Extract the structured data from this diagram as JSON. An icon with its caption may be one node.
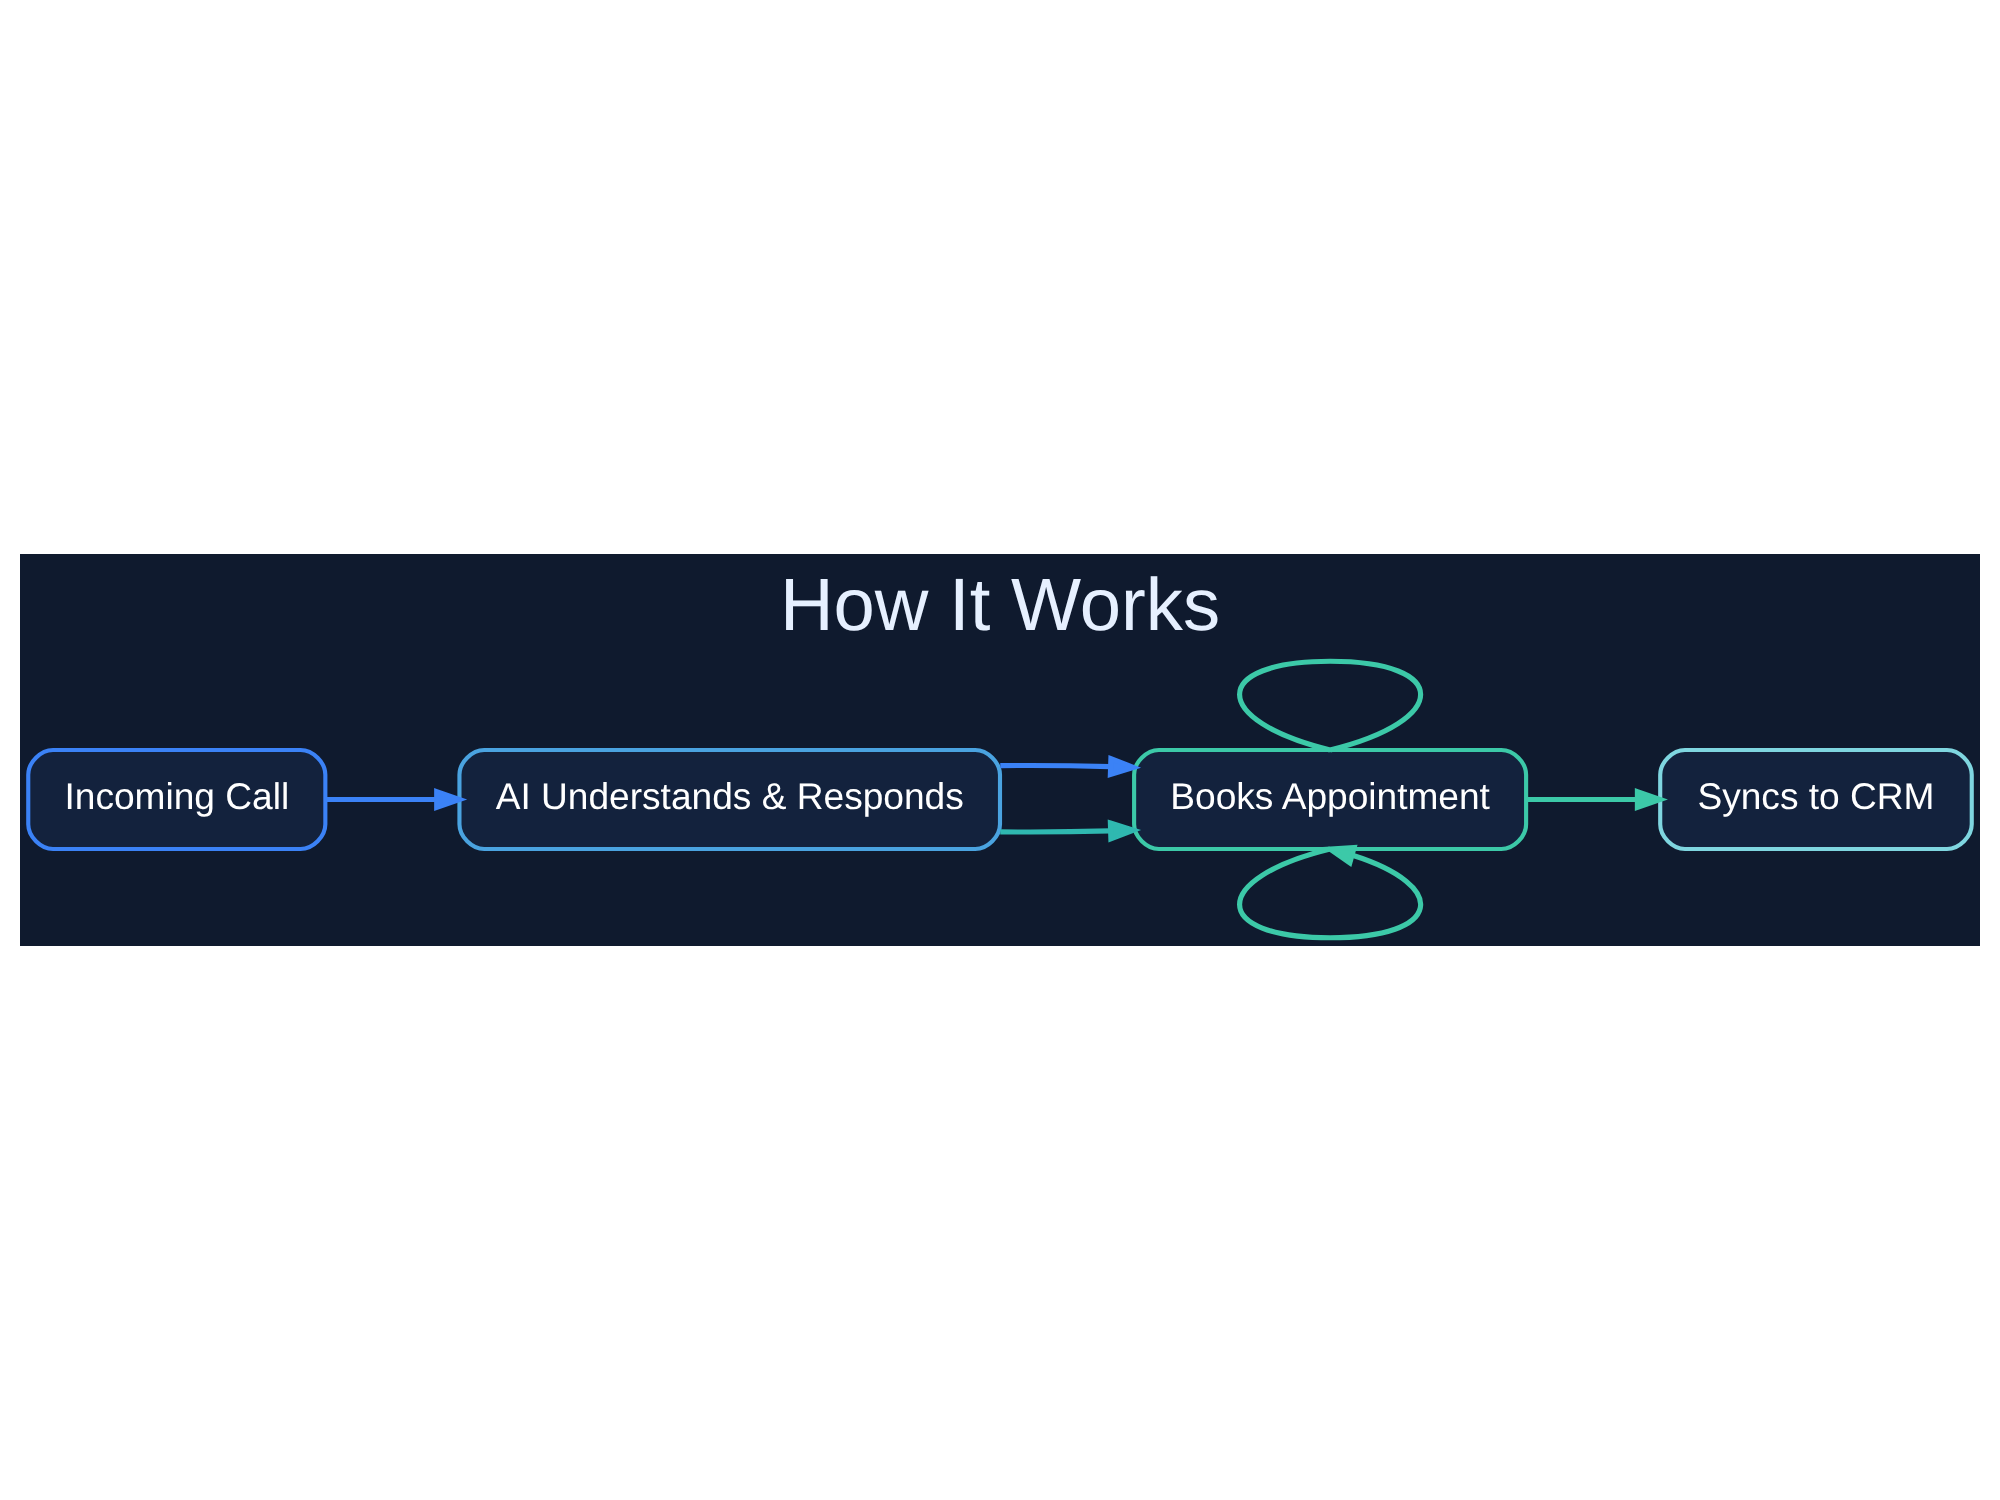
{
  "diagram": {
    "title": "How It Works",
    "nodes": [
      {
        "text": [
          "Incoming Call"
        ]
      },
      {
        "text": [
          "AI Understands & Responds"
        ]
      },
      {
        "text": [
          "Books Appointment"
        ]
      },
      {
        "text": [
          "Syncs to CRM"
        ]
      }
    ],
    "edges": [
      {
        "from": 0,
        "to": 1,
        "arrow": "to"
      },
      {
        "from": 1,
        "to": 2,
        "arrow": "to"
      },
      {
        "from": 2,
        "to": 3,
        "arrow": "to"
      },
      {
        "from": 1,
        "to": 2,
        "arrow": "to"
      },
      {
        "from": 2,
        "to": 2,
        "arrow": "none"
      },
      {
        "from": 2,
        "to": 2,
        "arrow": "to"
      }
    ]
  }
}
